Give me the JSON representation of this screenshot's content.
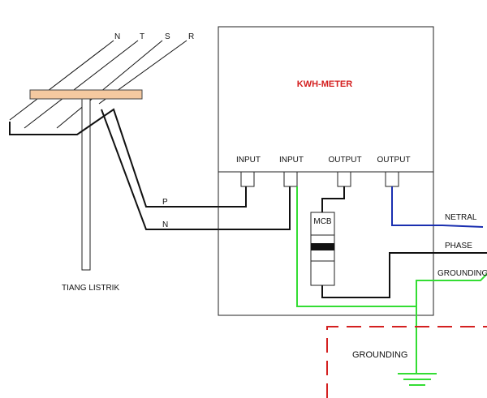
{
  "colors": {
    "meter_title": "#d42020",
    "neutral_wire": "#1a2fb0",
    "ground_wire": "#33dd33",
    "ground_zone": "#d42020",
    "crossarm": "#f5c9a0",
    "wire": "#111111"
  },
  "pole": {
    "phase_labels": [
      "N",
      "T",
      "S",
      "R"
    ],
    "caption": "TIANG LISTRIK"
  },
  "meter": {
    "title": "KWH-METER",
    "terminals": [
      "INPUT",
      "INPUT",
      "OUTPUT",
      "OUTPUT"
    ],
    "breaker_label": "MCB"
  },
  "wires": {
    "service_p": "P",
    "service_n": "N",
    "out_neutral": "NETRAL",
    "out_phase": "PHASE",
    "out_ground": "GROUNDING"
  },
  "ground_zone": {
    "label": "GROUNDING"
  }
}
